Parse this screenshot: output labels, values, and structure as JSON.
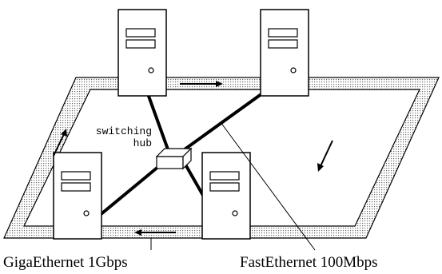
{
  "diagram": {
    "hub_label_line1": "switching",
    "hub_label_line2": "hub",
    "gigabit_caption": "GigaEthernet 1Gbps",
    "fast_caption": "FastEthernet 100Mbps"
  },
  "colors": {
    "ring_fill": "#d4d4d4",
    "line": "#000000",
    "background": "#ffffff"
  },
  "icons": [
    "server-tower-icon",
    "network-switch-icon",
    "direction-arrow-icon"
  ]
}
